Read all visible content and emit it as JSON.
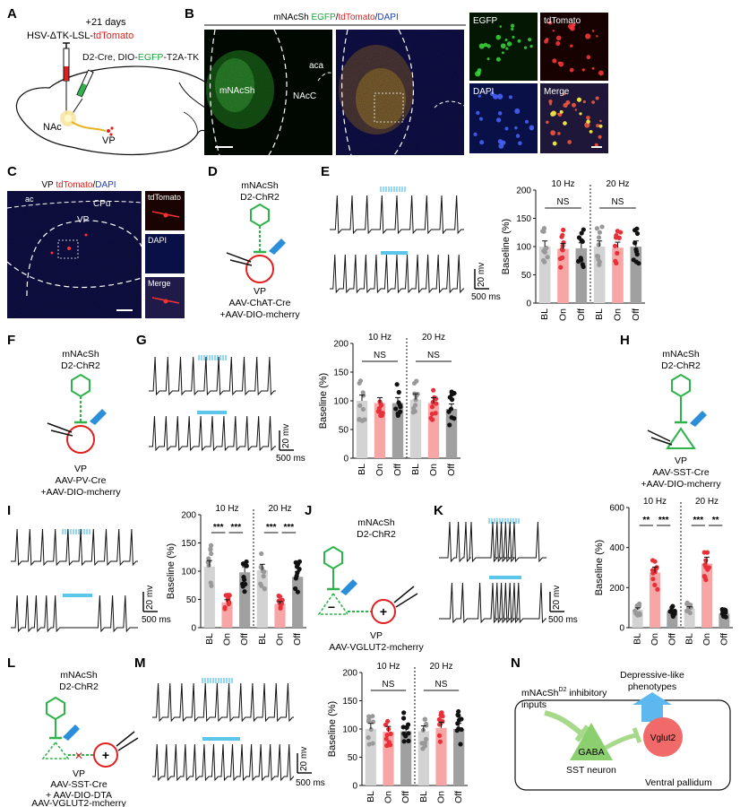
{
  "panels": {
    "A": {
      "label": "A",
      "line1": "+21 days",
      "line2_pre": "HSV-ΔTK-LSL-",
      "line2_red": "tdTomato",
      "line3_pre": "D2-Cre, DIO-",
      "line3_green": "EGFP",
      "line3_post": "-T2A-TK",
      "nac": "NAc",
      "vp": "VP"
    },
    "B": {
      "label": "B",
      "title_pre": "mNAcSh ",
      "title_green": "EGFP",
      "title_sep1": "/",
      "title_red": "tdTomato",
      "title_sep2": "/",
      "title_blue": "DAPI",
      "region1": "mNAcSh",
      "region2": "NAcC",
      "region3": "aca",
      "tile1": "EGFP",
      "tile2": "tdTomato",
      "tile3": "DAPI",
      "tile4": "Merge"
    },
    "C": {
      "label": "C",
      "title_pre": "VP ",
      "title_red": "tdTomato",
      "title_sep": "/",
      "title_blue": "DAPI",
      "ac": "ac",
      "cpu": "CPu",
      "vp": "VP",
      "tile1": "tdTomato",
      "tile2": "DAPI",
      "tile3": "Merge"
    },
    "D": {
      "label": "D",
      "top1": "mNAcSh",
      "top2": "D2-ChR2",
      "bot1": "VP",
      "bot2": "AAV-ChAT-Cre",
      "bot3": "+AAV-DIO-mcherry"
    },
    "E": {
      "label": "E",
      "scale_y": "20 mv",
      "scale_x": "500 ms"
    },
    "F": {
      "label": "F",
      "top1": "mNAcSh",
      "top2": "D2-ChR2",
      "bot1": "VP",
      "bot2": "AAV-PV-Cre",
      "bot3": "+AAV-DIO-mcherry"
    },
    "G": {
      "label": "G",
      "scale_y": "20 mv",
      "scale_x": "500 ms"
    },
    "H": {
      "label": "H",
      "top1": "mNAcSh",
      "top2": "D2-ChR2",
      "bot1": "VP",
      "bot2": "AAV-SST-Cre",
      "bot3": "+AAV-DIO-mcherry"
    },
    "I": {
      "label": "I",
      "scale_y": "20 mv",
      "scale_x": "500 ms"
    },
    "J": {
      "label": "J",
      "top1": "mNAcSh",
      "top2": "D2-ChR2",
      "bot1": "VP",
      "bot2": "AAV-VGLUT2-mcherry"
    },
    "K": {
      "label": "K",
      "scale_y": "20 mv",
      "scale_x": "500 ms"
    },
    "L": {
      "label": "L",
      "top1": "mNAcSh",
      "top2": "D2-ChR2",
      "bot1": "VP",
      "bot2": "AAV-SST-Cre",
      "bot3": "+ AAV-DIO-DTA",
      "bot4": "AAV-VGLUT2-mcherry"
    },
    "M": {
      "label": "M",
      "scale_y": "20 mv",
      "scale_x": "500 ms"
    },
    "N": {
      "label": "N",
      "input1": "mNAcSh",
      "input_sup": "D2",
      "input2": " inhibitory",
      "input3": "inputs",
      "out1": "Depressive-like",
      "out2": "phenotypes",
      "gaba": "GABA",
      "vglut": "Vglut2",
      "sst": "SST neuron",
      "vp": "Ventral pallidum"
    }
  },
  "chart_data": [
    {
      "id": "E",
      "type": "bar",
      "ylabel": "Baseline (%)",
      "ylim": [
        0,
        200
      ],
      "yticks": [
        0,
        50,
        100,
        150,
        200
      ],
      "categories": [
        "BL",
        "On",
        "Off",
        "BL",
        "On",
        "Off"
      ],
      "groups": [
        "10 Hz",
        "20 Hz"
      ],
      "sig": [
        "NS",
        "NS"
      ],
      "values": [
        100,
        96,
        97,
        100,
        98,
        100
      ],
      "bar_colors": [
        "#d3d3d3",
        "#f8a5a5",
        "#a0a0a0",
        "#d3d3d3",
        "#f8a5a5",
        "#a0a0a0"
      ],
      "point_colors": [
        "#999999",
        "#e8303a",
        "#111111",
        "#999999",
        "#e8303a",
        "#111111"
      ]
    },
    {
      "id": "G",
      "type": "bar",
      "ylabel": "Baseline (%)",
      "ylim": [
        0,
        200
      ],
      "yticks": [
        0,
        50,
        100,
        150,
        200
      ],
      "categories": [
        "BL",
        "On",
        "Off",
        "BL",
        "On",
        "Off"
      ],
      "groups": [
        "10 Hz",
        "20 Hz"
      ],
      "sig": [
        "NS",
        "NS"
      ],
      "values": [
        100,
        96,
        96,
        102,
        96,
        86
      ],
      "bar_colors": [
        "#d3d3d3",
        "#f8a5a5",
        "#a0a0a0",
        "#d3d3d3",
        "#f8a5a5",
        "#a0a0a0"
      ],
      "point_colors": [
        "#999999",
        "#e8303a",
        "#111111",
        "#999999",
        "#e8303a",
        "#111111"
      ]
    },
    {
      "id": "I",
      "type": "bar",
      "ylabel": "Baseline (%)",
      "ylim": [
        0,
        200
      ],
      "yticks": [
        0,
        50,
        100,
        150,
        200
      ],
      "categories": [
        "BL",
        "On",
        "Off",
        "BL",
        "On",
        "Off"
      ],
      "groups": [
        "10 Hz",
        "20 Hz"
      ],
      "sig": [
        "***",
        "***",
        "***",
        "***"
      ],
      "values": [
        108,
        45,
        98,
        102,
        42,
        90
      ],
      "bar_colors": [
        "#d3d3d3",
        "#f8a5a5",
        "#a0a0a0",
        "#d3d3d3",
        "#f8a5a5",
        "#a0a0a0"
      ],
      "point_colors": [
        "#999999",
        "#e8303a",
        "#111111",
        "#999999",
        "#e8303a",
        "#111111"
      ]
    },
    {
      "id": "K",
      "type": "bar",
      "ylabel": "Baseline (%)",
      "ylim": [
        0,
        600
      ],
      "yticks": [
        0,
        200,
        400,
        600
      ],
      "categories": [
        "BL",
        "On",
        "Off",
        "BL",
        "On",
        "Off"
      ],
      "groups": [
        "10 Hz",
        "20 Hz"
      ],
      "sig": [
        "**",
        "***",
        "***",
        "**"
      ],
      "values": [
        90,
        275,
        80,
        95,
        320,
        70
      ],
      "bar_colors": [
        "#d3d3d3",
        "#f8a5a5",
        "#a0a0a0",
        "#d3d3d3",
        "#f8a5a5",
        "#a0a0a0"
      ],
      "point_colors": [
        "#999999",
        "#e8303a",
        "#111111",
        "#999999",
        "#e8303a",
        "#111111"
      ]
    },
    {
      "id": "M",
      "type": "bar",
      "ylabel": "Baseline (%)",
      "ylim": [
        0,
        200
      ],
      "yticks": [
        0,
        50,
        100,
        150,
        200
      ],
      "categories": [
        "BL",
        "On",
        "Off",
        "BL",
        "On",
        "Off"
      ],
      "groups": [
        "10 Hz",
        "20 Hz"
      ],
      "sig": [
        "NS",
        "NS"
      ],
      "values": [
        100,
        95,
        96,
        96,
        102,
        100
      ],
      "bar_colors": [
        "#d3d3d3",
        "#f8a5a5",
        "#a0a0a0",
        "#d3d3d3",
        "#f8a5a5",
        "#a0a0a0"
      ],
      "point_colors": [
        "#999999",
        "#e8303a",
        "#111111",
        "#999999",
        "#e8303a",
        "#111111"
      ]
    }
  ]
}
